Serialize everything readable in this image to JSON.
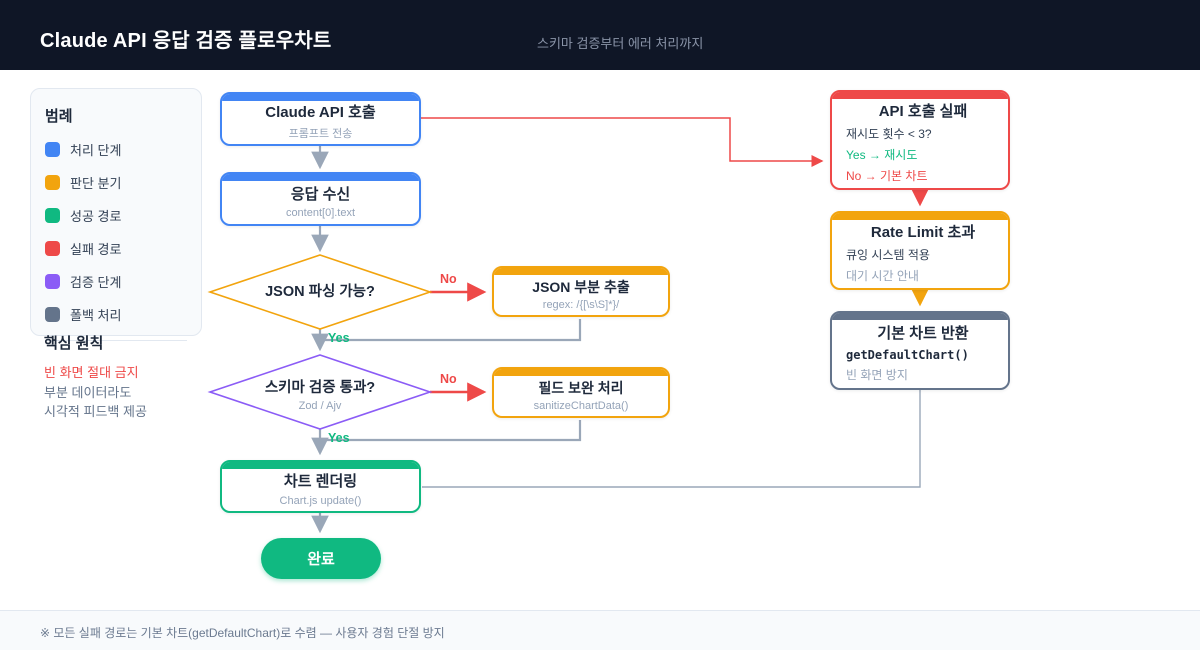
{
  "header": {
    "title": "Claude API 응답 검증 플로우차트",
    "subtitle": "스키마 검증부터 에러 처리까지"
  },
  "legend": {
    "title": "범례",
    "items": [
      {
        "label": "처리 단계",
        "color": "blue"
      },
      {
        "label": "판단 분기",
        "color": "orange"
      },
      {
        "label": "성공 경로",
        "color": "green"
      },
      {
        "label": "실패 경로",
        "color": "red"
      },
      {
        "label": "검증 단계",
        "color": "purple"
      },
      {
        "label": "폴백 처리",
        "color": "slate"
      }
    ]
  },
  "principles": {
    "title": "핵심 원칙",
    "warning": "빈 화면 절대 금지",
    "line1": "부분 데이터라도",
    "line2": "시각적 피드백 제공"
  },
  "flow": {
    "call": {
      "title": "Claude API 호출",
      "subtitle": "프롬프트 전송"
    },
    "receive": {
      "title": "응답 수신",
      "subtitle": "content[0].text"
    },
    "parse_decision": {
      "title": "JSON 파싱 가능?"
    },
    "extract": {
      "title": "JSON 부분 추출",
      "subtitle": "regex: /{[\\s\\S]*}/"
    },
    "schema_decision": {
      "title": "스키마 검증 통과?",
      "subtitle": "Zod / Ajv"
    },
    "sanitize": {
      "title": "필드 보완 처리",
      "subtitle": "sanitizeChartData()"
    },
    "render": {
      "title": "차트 렌더링",
      "subtitle": "Chart.js update()"
    },
    "done": {
      "label": "완료"
    },
    "api_fail": {
      "title": "API 호출 실패",
      "condition": "재시도 횟수 < 3?",
      "yes_action": "Yes → 재시도",
      "no_action": "No → 기본 차트"
    },
    "rate_limit": {
      "title": "Rate Limit 초과",
      "line1": "큐잉 시스템 적용",
      "line2": "대기 시간 안내"
    },
    "default_chart": {
      "title": "기본 차트 반환",
      "code": "getDefaultChart()",
      "note": "빈 화면 방지"
    },
    "labels": {
      "yes": "Yes",
      "no": "No"
    }
  },
  "footer": {
    "note": "※ 모든 실패 경로는 기본 차트(getDefaultChart)로 수렴 — 사용자 경험 단절 방지"
  },
  "palette": {
    "blue": "#4285f4",
    "orange": "#f2a40e",
    "green": "#10b981",
    "red": "#ee4948",
    "purple": "#8b5cf6",
    "slate": "#64748b",
    "ink": "#1e293b",
    "muted": "#94a3b8",
    "edge": "#9aa7b8",
    "header-bg": "#0f1626",
    "card-bg": "#f8fafc",
    "border": "#e2e8f0"
  }
}
